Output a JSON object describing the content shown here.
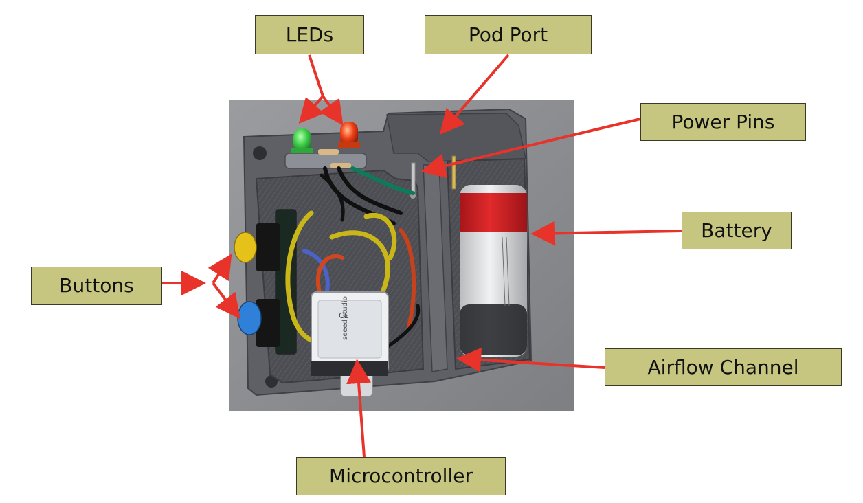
{
  "callouts": {
    "leds": "LEDs",
    "pod_port": "Pod Port",
    "power_pins": "Power Pins",
    "battery": "Battery",
    "buttons": "Buttons",
    "airflow_channel": "Airflow Channel",
    "microcontroller": "Microcontroller"
  },
  "photo_text": {
    "board_brand": "seeed studio",
    "board_mark": "CE"
  },
  "colors": {
    "callout_fill": "#c6c680",
    "callout_border": "#3a3a26",
    "arrow": "#e8332a",
    "enclosure": "#5e6066",
    "background": "#8b8c8f",
    "led_green": "#3fd14a",
    "led_red": "#f04018",
    "button_yellow": "#e5c21a",
    "button_blue": "#2f80d8",
    "battery_tape": "#d81f22"
  }
}
